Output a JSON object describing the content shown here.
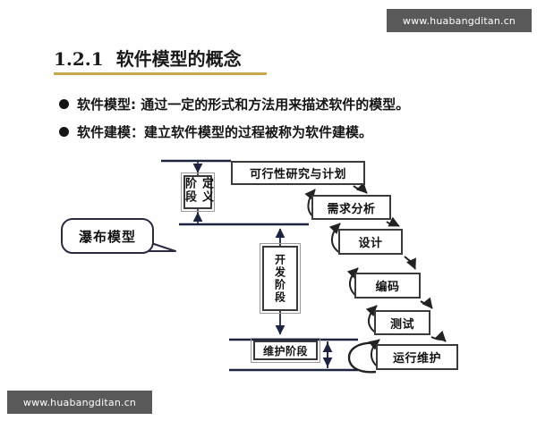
{
  "slide": {
    "heading_number": "1.2.1",
    "heading_text": "软件模型的概念",
    "heading_rule_color": "#c8a84b",
    "bullets": [
      "软件模型: 通过一定的形式和方法用来描述软件的模型。",
      "软件建模：建立软件模型的过程被称为软件建模。"
    ]
  },
  "watermarks": {
    "top": "www.huabangditan.cn",
    "bottom": "www.huabangditan.cn",
    "background_color": "#595959",
    "text_color": "#ffffff"
  },
  "diagram": {
    "callout_label": "瀑布模型",
    "phases": [
      {
        "id": "define",
        "label": "定义阶段",
        "orientation": "vertical"
      },
      {
        "id": "develop",
        "label": "开发阶段",
        "orientation": "vertical"
      },
      {
        "id": "maintain",
        "label": "维护阶段",
        "orientation": "horizontal"
      }
    ],
    "stages": [
      {
        "id": "feasibility",
        "label": "可行性研究与计划"
      },
      {
        "id": "requirement",
        "label": "需求分析"
      },
      {
        "id": "design",
        "label": "设计"
      },
      {
        "id": "coding",
        "label": "编码"
      },
      {
        "id": "testing",
        "label": "测试"
      },
      {
        "id": "operation",
        "label": "运行维护"
      }
    ],
    "line_color": "#1c2440",
    "box_border_color": "#3a3a3a"
  }
}
